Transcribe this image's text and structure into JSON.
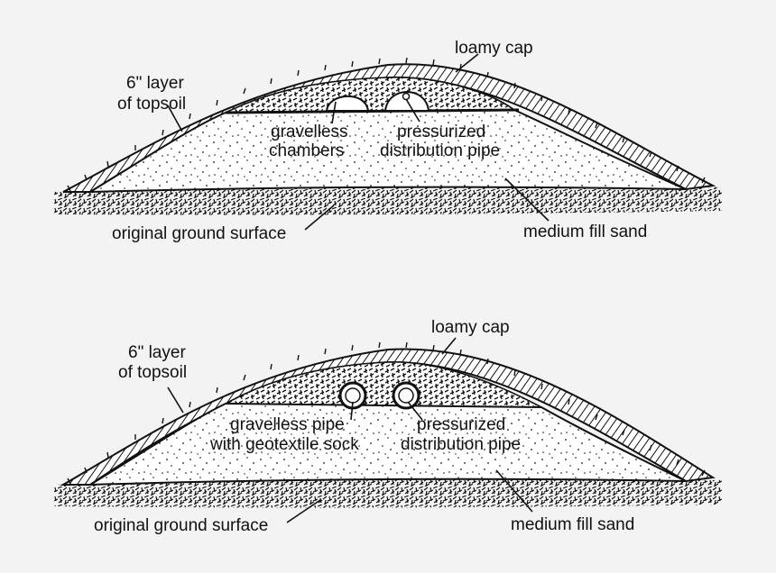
{
  "colors": {
    "background": "#f3f3f3",
    "ink": "#111111",
    "sand": "#ffffff"
  },
  "diagram_top": {
    "labels": {
      "loamy_cap": "loamy cap",
      "topsoil_line1": "6\" layer",
      "topsoil_line2": "of topsoil",
      "chambers_line1": "gravelless",
      "chambers_line2": "chambers",
      "pipe_line1": "pressurized",
      "pipe_line2": "distribution pipe",
      "ground": "original ground surface",
      "sand": "medium fill sand"
    }
  },
  "diagram_bottom": {
    "labels": {
      "loamy_cap": "loamy cap",
      "topsoil_line1": "6\" layer",
      "topsoil_line2": "of topsoil",
      "gravelless_line1": "gravelless pipe",
      "gravelless_line2": "with geotextile sock",
      "pipe_line1": "pressurized",
      "pipe_line2": "distribution pipe",
      "ground": "original ground surface",
      "sand": "medium fill sand"
    }
  }
}
